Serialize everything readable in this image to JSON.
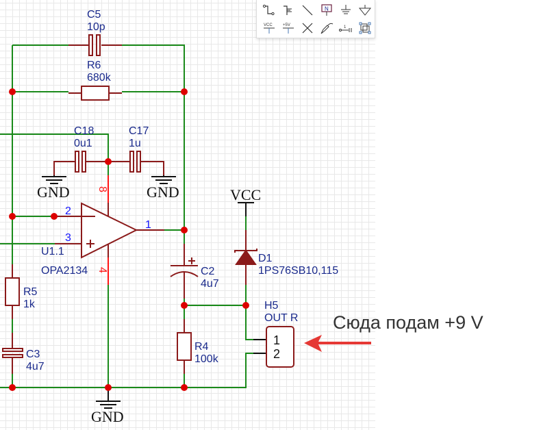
{
  "toolbar": {
    "tools": [
      {
        "name": "wire-tool",
        "icon": "wire-icon"
      },
      {
        "name": "bus-tool",
        "icon": "bus-icon"
      },
      {
        "name": "line-tool",
        "icon": "line-icon"
      },
      {
        "name": "net-label-tool",
        "icon": "net-label-icon",
        "glyph": "N"
      },
      {
        "name": "ground-tool",
        "icon": "ground-icon"
      },
      {
        "name": "net-port-tool",
        "icon": "net-port-icon"
      },
      {
        "name": "vcc-tool",
        "icon": "vcc-icon",
        "glyph": "VCC"
      },
      {
        "name": "plus5v-tool",
        "icon": "plus5v-icon",
        "glyph": "+5V"
      },
      {
        "name": "no-connect-tool",
        "icon": "no-connect-icon"
      },
      {
        "name": "probe-tool",
        "icon": "probe-icon"
      },
      {
        "name": "pin-tool",
        "icon": "pin-icon",
        "glyph": "1"
      },
      {
        "name": "group-tool",
        "icon": "group-icon"
      }
    ]
  },
  "components": {
    "c5": {
      "ref": "C5",
      "value": "10p"
    },
    "r6": {
      "ref": "R6",
      "value": "680k"
    },
    "c18": {
      "ref": "C18",
      "value": "0u1"
    },
    "c17": {
      "ref": "C17",
      "value": "1u"
    },
    "u1": {
      "ref": "U1.1",
      "value": "OPA2134",
      "pins": {
        "inv": "2",
        "noninv": "3",
        "out": "1",
        "vplus": "8",
        "vminus": "4"
      }
    },
    "c2": {
      "ref": "C2",
      "value": "4u7"
    },
    "r5": {
      "ref": "R5",
      "value": "1k"
    },
    "c3": {
      "ref": "C3",
      "value": "4u7"
    },
    "r4": {
      "ref": "R4",
      "value": "100k"
    },
    "d1": {
      "ref": "D1",
      "value": "1PS76SB10,115"
    },
    "h5": {
      "ref": "H5",
      "value": "OUT R",
      "pins": [
        "1",
        "2"
      ]
    }
  },
  "power": {
    "gnd1": "GND",
    "gnd2": "GND",
    "gnd3": "GND",
    "vcc": "VCC"
  },
  "annotation": {
    "text": "Сюда подам +9 V",
    "arrow_color": "#e53935"
  },
  "colors": {
    "wire": "#1a8a1a",
    "component": "#8b1a1a",
    "junction": "#dd0000",
    "label": "#1a2a8c",
    "pin_number": "#1414ff",
    "power_pin_number": "#ff1414"
  }
}
